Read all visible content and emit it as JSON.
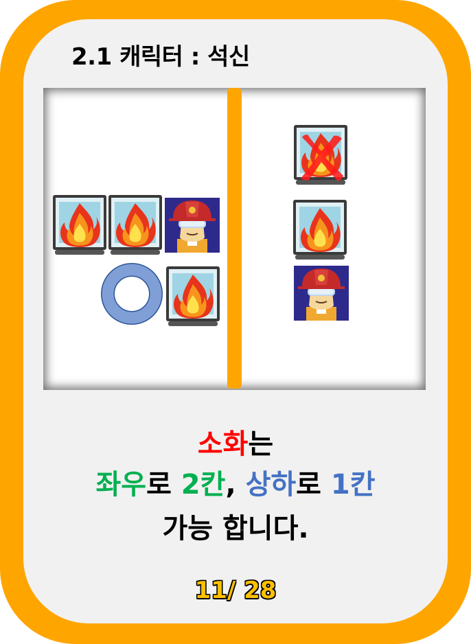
{
  "title": "2.1 캐릭터 : 석신",
  "caption": {
    "line1": {
      "highlight": "소화",
      "rest": "는"
    },
    "line2": {
      "part1_green": "좌우",
      "part2": "로 ",
      "part3_green": "2칸",
      "part4": ", ",
      "part5_blue": "상하",
      "part6": "로 ",
      "part7_blue": "1칸"
    },
    "line3": "가능 합니다."
  },
  "page": "11/ 28",
  "colors": {
    "frame": "#FFA500",
    "card": "#F1F1F1",
    "red": "#FF0000",
    "green": "#00B050",
    "blue": "#4472C4",
    "page_number": "#FFC000"
  },
  "icons": [
    "fire-window-icon",
    "firefighter-icon",
    "ring-icon",
    "cross-icon"
  ]
}
